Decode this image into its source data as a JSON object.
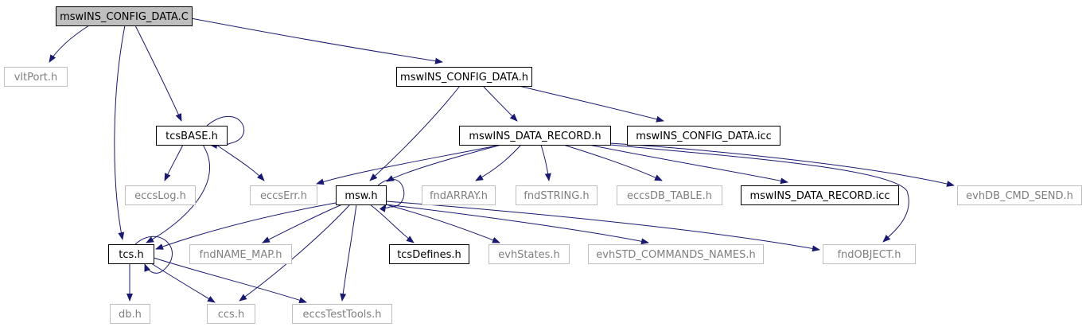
{
  "colors": {
    "edge": "#191970",
    "box_black": "#000000",
    "box_gray": "#bfbfbf",
    "root_fill": "#bfbfbf",
    "text_black": "#000000",
    "text_gray": "#7f7f7f"
  },
  "nodes": [
    {
      "id": "config_c",
      "label": "mswINS_CONFIG_DATA.C",
      "style": "root"
    },
    {
      "id": "vltport",
      "label": "vltPort.h",
      "style": "gray"
    },
    {
      "id": "config_h",
      "label": "mswINS_CONFIG_DATA.h",
      "style": "black"
    },
    {
      "id": "tcsbase",
      "label": "tcsBASE.h",
      "style": "black"
    },
    {
      "id": "data_record_h",
      "label": "mswINS_DATA_RECORD.h",
      "style": "black"
    },
    {
      "id": "config_icc",
      "label": "mswINS_CONFIG_DATA.icc",
      "style": "black"
    },
    {
      "id": "eccslog",
      "label": "eccsLog.h",
      "style": "gray"
    },
    {
      "id": "eccserr",
      "label": "eccsErr.h",
      "style": "gray"
    },
    {
      "id": "msw",
      "label": "msw.h",
      "style": "black"
    },
    {
      "id": "fndarray",
      "label": "fndARRAY.h",
      "style": "gray"
    },
    {
      "id": "fndstring",
      "label": "fndSTRING.h",
      "style": "gray"
    },
    {
      "id": "eccsdb",
      "label": "eccsDB_TABLE.h",
      "style": "gray"
    },
    {
      "id": "data_record_icc",
      "label": "mswINS_DATA_RECORD.icc",
      "style": "black"
    },
    {
      "id": "evhdb",
      "label": "evhDB_CMD_SEND.h",
      "style": "gray"
    },
    {
      "id": "tcs",
      "label": "tcs.h",
      "style": "black"
    },
    {
      "id": "fndnamemap",
      "label": "fndNAME_MAP.h",
      "style": "gray"
    },
    {
      "id": "tcsdefines",
      "label": "tcsDefines.h",
      "style": "black"
    },
    {
      "id": "evhstates",
      "label": "evhStates.h",
      "style": "gray"
    },
    {
      "id": "evhstd",
      "label": "evhSTD_COMMANDS_NAMES.h",
      "style": "gray"
    },
    {
      "id": "fndobject",
      "label": "fndOBJECT.h",
      "style": "gray"
    },
    {
      "id": "db",
      "label": "db.h",
      "style": "gray"
    },
    {
      "id": "ccs",
      "label": "ccs.h",
      "style": "gray"
    },
    {
      "id": "eccstesttools",
      "label": "eccsTestTools.h",
      "style": "gray"
    }
  ],
  "edges": [
    {
      "from": "config_c",
      "to": "vltport"
    },
    {
      "from": "config_c",
      "to": "config_h"
    },
    {
      "from": "config_c",
      "to": "tcsbase"
    },
    {
      "from": "config_c",
      "to": "tcs"
    },
    {
      "from": "config_h",
      "to": "data_record_h"
    },
    {
      "from": "config_h",
      "to": "config_icc"
    },
    {
      "from": "config_h",
      "to": "msw"
    },
    {
      "from": "tcsbase",
      "to": "tcsbase"
    },
    {
      "from": "tcsbase",
      "to": "eccslog"
    },
    {
      "from": "tcsbase",
      "to": "eccserr"
    },
    {
      "from": "tcsbase",
      "to": "tcs"
    },
    {
      "from": "data_record_h",
      "to": "eccserr"
    },
    {
      "from": "data_record_h",
      "to": "msw"
    },
    {
      "from": "data_record_h",
      "to": "fndarray"
    },
    {
      "from": "data_record_h",
      "to": "fndstring"
    },
    {
      "from": "data_record_h",
      "to": "eccsdb"
    },
    {
      "from": "data_record_h",
      "to": "data_record_icc"
    },
    {
      "from": "data_record_h",
      "to": "evhdb"
    },
    {
      "from": "data_record_h",
      "to": "fndobject"
    },
    {
      "from": "msw",
      "to": "msw"
    },
    {
      "from": "msw",
      "to": "tcs"
    },
    {
      "from": "msw",
      "to": "fndnamemap"
    },
    {
      "from": "msw",
      "to": "tcsdefines"
    },
    {
      "from": "msw",
      "to": "evhstates"
    },
    {
      "from": "msw",
      "to": "evhstd"
    },
    {
      "from": "msw",
      "to": "fndobject"
    },
    {
      "from": "msw",
      "to": "ccs"
    },
    {
      "from": "msw",
      "to": "eccstesttools"
    },
    {
      "from": "tcs",
      "to": "tcs"
    },
    {
      "from": "tcs",
      "to": "db"
    },
    {
      "from": "tcs",
      "to": "ccs"
    },
    {
      "from": "tcs",
      "to": "eccstesttools"
    }
  ]
}
